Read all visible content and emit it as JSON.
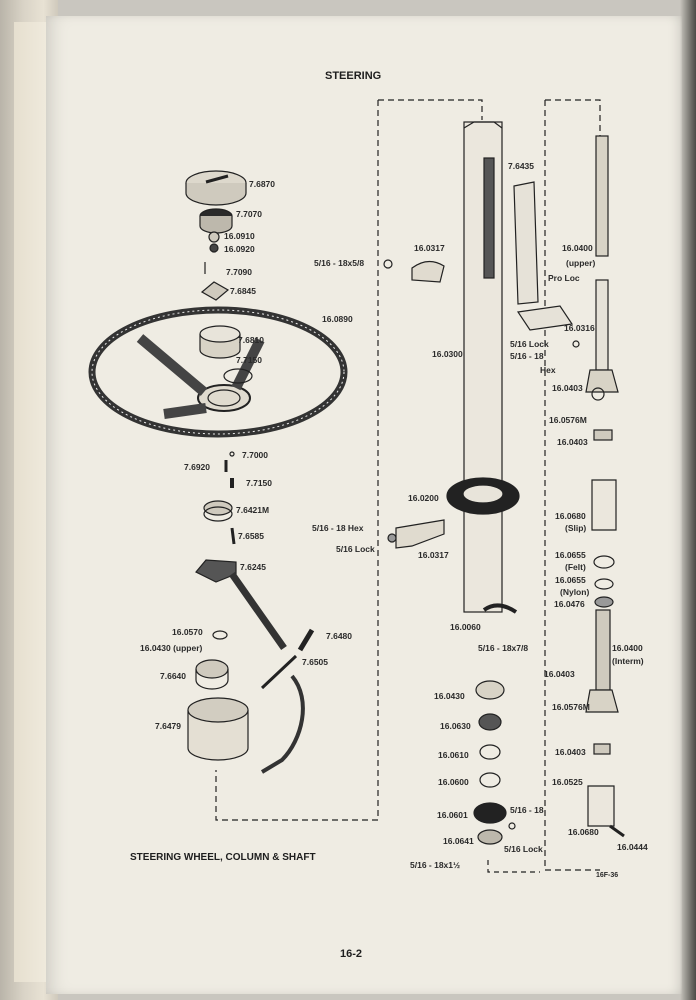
{
  "header": {
    "title": "STEERING"
  },
  "caption": "STEERING WHEEL, COLUMN & SHAFT",
  "page_number": "16-2",
  "figure_code": "16F-36",
  "labels": {
    "p7_6870": "7.6870",
    "p7_7070": "7.7070",
    "p16_0910": "16.0910",
    "p16_0920": "16.0920",
    "p7_7090": "7.7090",
    "p7_6845": "7.6845",
    "p7_6810": "7.6810",
    "p7_7150a": "7.7150",
    "p16_0890": "16.0890",
    "p7_7000": "7.7000",
    "p7_6920": "7.6920",
    "p7_7150b": "7.7150",
    "p7_6421m": "7.6421M",
    "p7_6585": "7.6585",
    "p7_6245": "7.6245",
    "p16_0570": "16.0570",
    "p16_0430u": "16.0430 (upper)",
    "p7_6480": "7.6480",
    "p7_6505": "7.6505",
    "p7_6640": "7.6640",
    "p7_6479": "7.6479",
    "bolt_5_16_18x5_8": "5/16 - 18x5/8",
    "p16_0317a": "16.0317",
    "p7_6435": "7.6435",
    "p16_0300": "16.0300",
    "p16_0200": "16.0200",
    "hex_5_16_18": "5/16 - 18 Hex",
    "lock_5_16a": "5/16 Lock",
    "p16_0317b": "16.0317",
    "p16_0060": "16.0060",
    "bolt_5_16_18x7_8": "5/16 - 18x7/8",
    "p16_0430": "16.0430",
    "p16_0630": "16.0630",
    "p16_0610": "16.0610",
    "p16_0600": "16.0600",
    "p16_0601": "16.0601",
    "p16_0641": "16.0641",
    "bolt_5_16_18x1_5": "5/16 - 18x1½",
    "nut_5_16_18": "5/16 - 18",
    "lock_5_16c": "5/16 Lock",
    "p16_0400u": "16.0400",
    "upper": "(upper)",
    "pro_loc": "Pro Loc",
    "p16_0316": "16.0316",
    "lock_5_16b": "5/16 Lock",
    "hex_5_16_18b": "5/16 - 18",
    "hex_word": "Hex",
    "p16_0403a": "16.0403",
    "p16_0576m_a": "16.0576M",
    "p16_0403b": "16.0403",
    "p16_0680": "16.0680",
    "slip": "(Slip)",
    "p16_0655f": "16.0655",
    "felt": "(Felt)",
    "p16_0655n": "16.0655",
    "nylon": "(Nylon)",
    "p16_0476": "16.0476",
    "p16_0400i": "16.0400",
    "interm": "(Interm)",
    "p16_0403c": "16.0403",
    "p16_0576m_b": "16.0576M",
    "p16_0403d": "16.0403",
    "p16_0525": "16.0525",
    "p16_0680b": "16.0680",
    "p16_0444": "16.0444"
  }
}
